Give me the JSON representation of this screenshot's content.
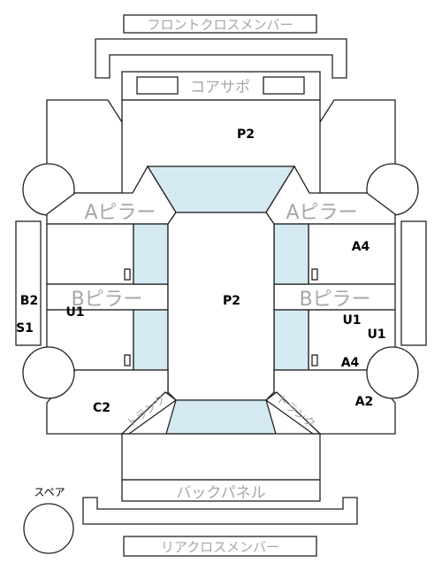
{
  "labels": {
    "front_cross_member": "フロントクロスメンバー",
    "core_support": "コアサポ",
    "a_pillar_left": "Aピラー",
    "a_pillar_right": "Aピラー",
    "b_pillar_left": "Bピラー",
    "b_pillar_right": "Bピラー",
    "back_panel": "バックパネル",
    "rear_cross_member": "リアクロスメンバー",
    "spare": "スペア",
    "trunk_left": "トランク",
    "trunk_right": "トランク"
  },
  "codes": {
    "hood": "P2",
    "roof": "P2",
    "front_right_fender": "A4",
    "right_rocker": "A4",
    "left_b2": "B2",
    "left_s1": "S1",
    "left_u1": "U1",
    "right_u1_a": "U1",
    "right_u1_b": "U1",
    "left_quarter": "C2",
    "right_quarter": "A2"
  },
  "colors": {
    "glass": "#d5e9f2",
    "outline": "#222222",
    "label_grey": "#a6a6a6"
  }
}
